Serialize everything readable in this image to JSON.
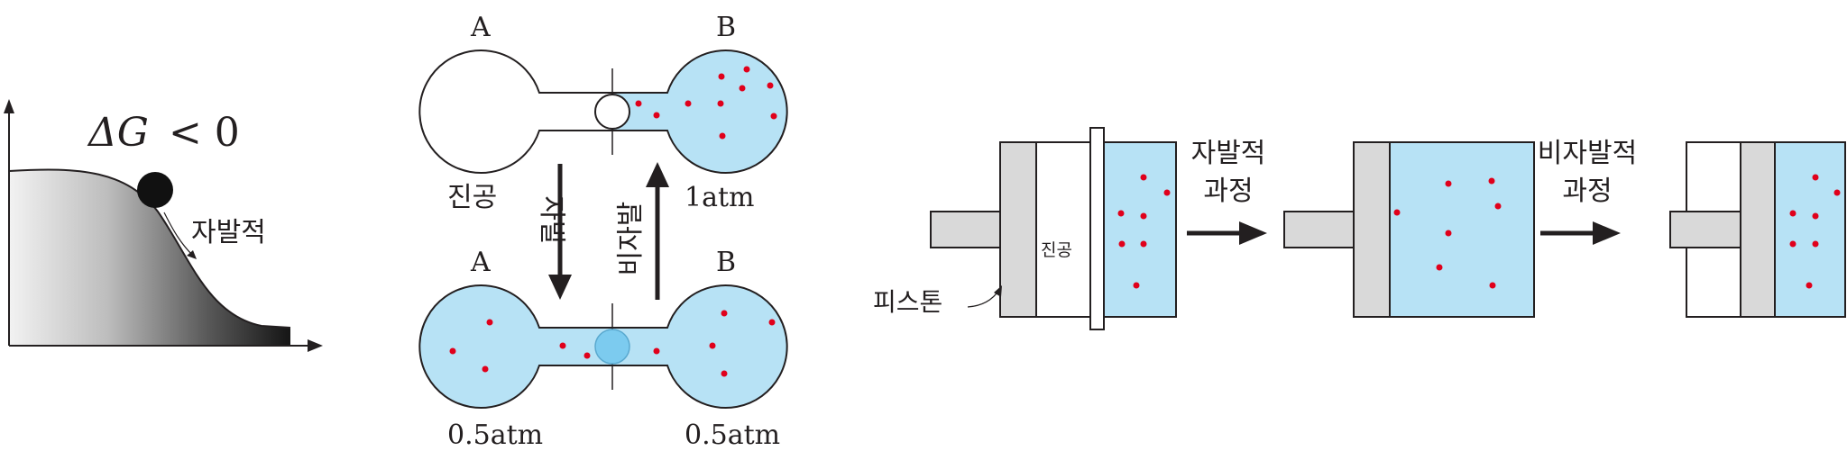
{
  "panel_energy": {
    "label_delta_g": "ΔG",
    "label_condition": "< 0",
    "label_spontaneous": "자발적"
  },
  "panel_bulbs": {
    "top_left_label": "A",
    "top_right_label": "B",
    "top_left_state": "진공",
    "top_right_state": "1atm",
    "arrow_down_label": "자발",
    "arrow_up_label": "비자발",
    "bottom_left_label": "A",
    "bottom_right_label": "B",
    "bottom_left_state": "0.5atm",
    "bottom_right_state": "0.5atm"
  },
  "panel_piston": {
    "vacuum_label": "진공",
    "piston_label": "피스톤",
    "arrow1_line1": "자발적",
    "arrow1_line2": "과정",
    "arrow2_line1": "비자발적",
    "arrow2_line2": "과정"
  },
  "colors": {
    "gas": "#b7e2f5",
    "molecule": "#e0001b",
    "piston": "#d9d9d9",
    "outline": "#231f20",
    "valve_open": "#7ccbef"
  }
}
